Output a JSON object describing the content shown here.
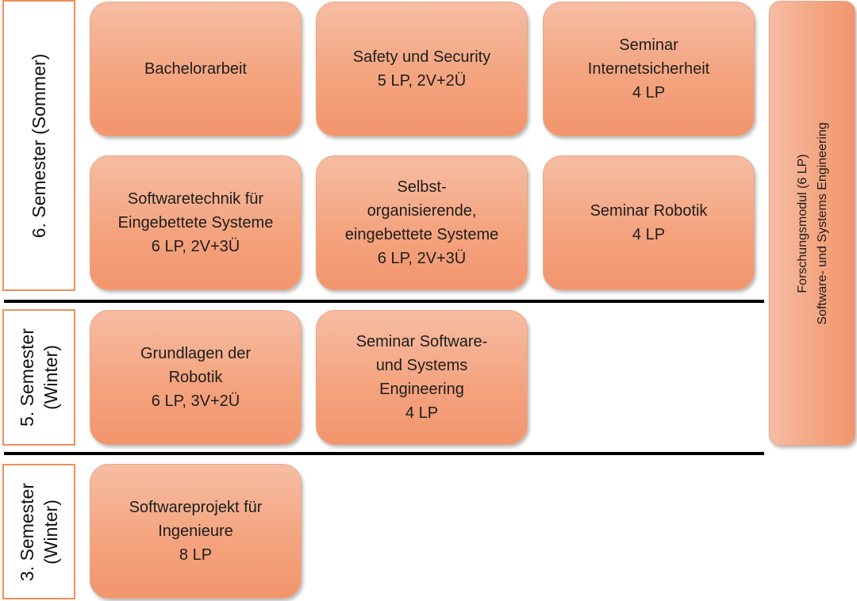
{
  "semesters": [
    {
      "line1": "6. Semester (Sommer)",
      "line2": ""
    },
    {
      "line1": "5. Semester",
      "line2": "(Winter)"
    },
    {
      "line1": "3. Semester",
      "line2": "(Winter)"
    }
  ],
  "modules": [
    {
      "lines": [
        "Bachelorarbeit"
      ]
    },
    {
      "lines": [
        "Safety und Security",
        "5 LP, 2V+2Ü"
      ]
    },
    {
      "lines": [
        "Seminar",
        "Internetsicherheit",
        "4 LP"
      ]
    },
    {
      "lines": [
        "Softwaretechnik für",
        "Eingebettete Systeme",
        "6 LP, 2V+3Ü"
      ]
    },
    {
      "lines": [
        "Selbst-",
        "organisierende,",
        "eingebettete Systeme",
        "6 LP, 2V+3Ü"
      ]
    },
    {
      "lines": [
        "Seminar Robotik",
        "4 LP"
      ]
    },
    {
      "lines": [
        "Grundlagen der",
        "Robotik",
        "6 LP, 3V+2Ü"
      ]
    },
    {
      "lines": [
        "Seminar Software-",
        "und Systems",
        "Engineering",
        "4 LP"
      ]
    },
    {
      "lines": [
        "Softwareprojekt für",
        "Ingenieure",
        "8 LP"
      ]
    }
  ],
  "research_module": {
    "line1": "Forschungsmodul (6 LP)",
    "line2": "Software- und Systems Engineering"
  }
}
